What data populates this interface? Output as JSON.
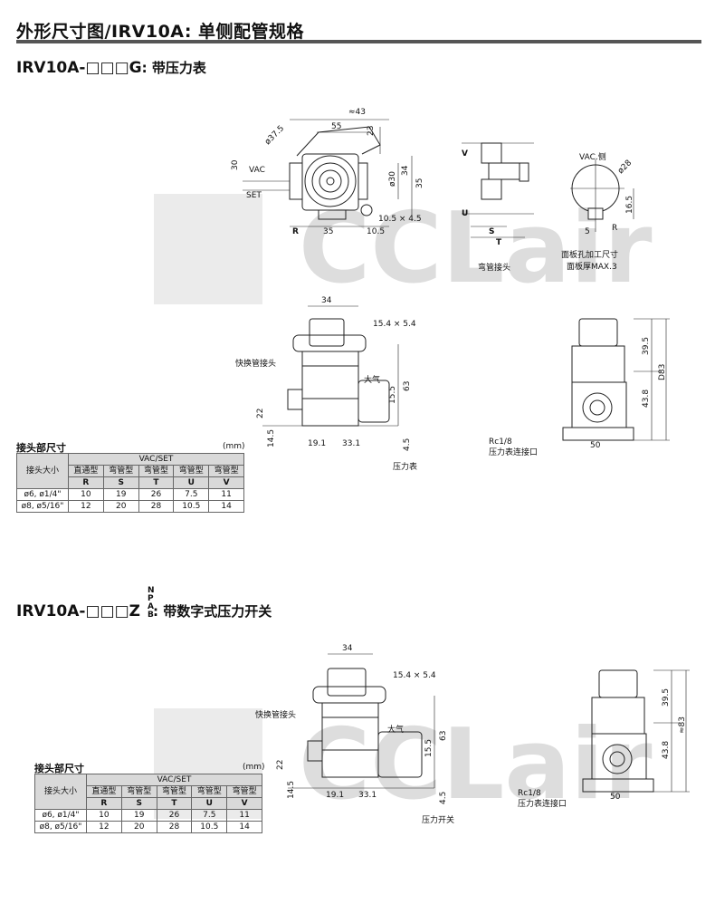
{
  "title": "外形尺寸图/IRV10A: 单侧配管规格",
  "watermark": "CCLair",
  "section1": {
    "heading": "IRV10A-□□□G",
    "subtitle": ": 带压力表",
    "labels": {
      "approx43": "≈43",
      "d55": "55",
      "d23": "23",
      "phi375": "ø37.5",
      "d30": "30",
      "vac": "VAC",
      "set": "SET",
      "d34": "34",
      "phi30": "ø30",
      "d35v": "35",
      "slot": "10.5 × 4.5",
      "R": "R",
      "d35": "35",
      "d105": "10.5",
      "V": "V",
      "U": "U",
      "S": "S",
      "T": "T",
      "elbow": "弯管接头",
      "vacside": "VAC.侧",
      "phi28": "ø28",
      "d165": "16.5",
      "d5": "5",
      "Rr": "R",
      "panel1": "面板孔加工尺寸",
      "panel2": "面板厚MAX.3",
      "f34": "34",
      "f154": "15.4 × 5.4",
      "quick": "快换管接头",
      "atm": "大气",
      "f155": "15.5",
      "f63": "63",
      "f22": "22",
      "f145": "14.5",
      "f191": "19.1",
      "f331": "33.1",
      "f45": "4.5",
      "gauge": "压力表",
      "s395": "39.5",
      "sD83": "D83",
      "s438": "43.8",
      "rc": "Rc1/8",
      "port": "压力表连接口",
      "s50": "50"
    },
    "table": {
      "title": "接头部尺寸",
      "unit": "(mm)",
      "size_label": "接头大小",
      "group": "VAC/SET",
      "types": [
        "直通型",
        "弯管型",
        "弯管型",
        "弯管型",
        "弯管型"
      ],
      "letters": [
        "R",
        "S",
        "T",
        "U",
        "V"
      ],
      "rows": [
        {
          "size": "ø6, ø1/4\"",
          "values": [
            "10",
            "19",
            "26",
            "7.5",
            "11"
          ]
        },
        {
          "size": "ø8, ø5/16\"",
          "values": [
            "12",
            "20",
            "28",
            "10.5",
            "14"
          ]
        }
      ]
    }
  },
  "section2": {
    "heading": "IRV10A-□□□Z",
    "suffix": "N P A B",
    "subtitle": ": 带数字式压力开关",
    "labels": {
      "f34": "34",
      "f154": "15.4 × 5.4",
      "quick": "快换管接头",
      "atm": "大气",
      "f155": "15.5",
      "f63": "63",
      "f22": "22",
      "f145": "14.5",
      "f191": "19.1",
      "f331": "33.1",
      "f45": "4.5",
      "switch": "压力开关",
      "s395": "39.5",
      "s83": "≈83",
      "s438": "43.8",
      "rc": "Rc1/8",
      "port": "压力表连接口",
      "s50": "50"
    },
    "table": {
      "title": "接头部尺寸",
      "unit": "(mm)",
      "size_label": "接头大小",
      "group": "VAC/SET",
      "types": [
        "直通型",
        "弯管型",
        "弯管型",
        "弯管型",
        "弯管型"
      ],
      "letters": [
        "R",
        "S",
        "T",
        "U",
        "V"
      ],
      "rows": [
        {
          "size": "ø6, ø1/4\"",
          "values": [
            "10",
            "19",
            "26",
            "7.5",
            "11"
          ]
        },
        {
          "size": "ø8, ø5/16\"",
          "values": [
            "12",
            "20",
            "28",
            "10.5",
            "14"
          ]
        }
      ]
    }
  }
}
